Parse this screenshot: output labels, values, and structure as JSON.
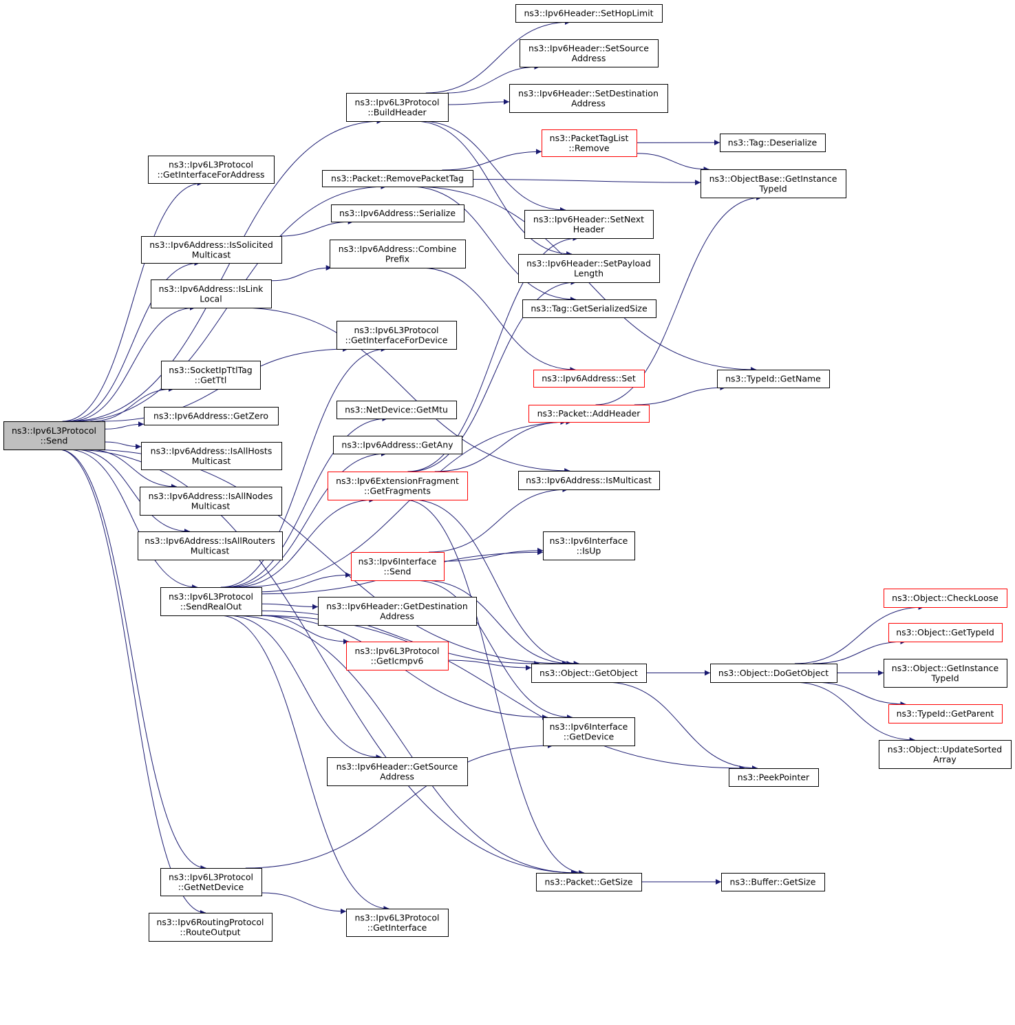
{
  "nodes": {
    "send": {
      "lines": [
        "ns3::Ipv6L3Protocol",
        "::Send"
      ],
      "kind": "root"
    },
    "buildHeader": {
      "lines": [
        "ns3::Ipv6L3Protocol",
        "::BuildHeader"
      ]
    },
    "getIfaceForAddr": {
      "lines": [
        "ns3::Ipv6L3Protocol",
        "::GetInterfaceForAddress"
      ]
    },
    "removePacketTag": {
      "lines": [
        "ns3::Packet::RemovePacketTag"
      ]
    },
    "isSolicited": {
      "lines": [
        "ns3::Ipv6Address::IsSolicited",
        "Multicast"
      ]
    },
    "serialize": {
      "lines": [
        "ns3::Ipv6Address::Serialize"
      ]
    },
    "combinePrefix": {
      "lines": [
        "ns3::Ipv6Address::Combine",
        "Prefix"
      ]
    },
    "isLinkLocal": {
      "lines": [
        "ns3::Ipv6Address::IsLink",
        "Local"
      ]
    },
    "getIfaceForDevice": {
      "lines": [
        "ns3::Ipv6L3Protocol",
        "::GetInterfaceForDevice"
      ]
    },
    "getTtl": {
      "lines": [
        "ns3::SocketIpTtlTag",
        "::GetTtl"
      ]
    },
    "getZero": {
      "lines": [
        "ns3::Ipv6Address::GetZero"
      ]
    },
    "getMtu": {
      "lines": [
        "ns3::NetDevice::GetMtu"
      ]
    },
    "isAllHosts": {
      "lines": [
        "ns3::Ipv6Address::IsAllHosts",
        "Multicast"
      ]
    },
    "getAny": {
      "lines": [
        "ns3::Ipv6Address::GetAny"
      ]
    },
    "getFragments": {
      "lines": [
        "ns3::Ipv6ExtensionFragment",
        "::GetFragments"
      ],
      "kind": "red"
    },
    "isAllNodes": {
      "lines": [
        "ns3::Ipv6Address::IsAllNodes",
        "Multicast"
      ]
    },
    "isAllRouters": {
      "lines": [
        "ns3::Ipv6Address::IsAllRouters",
        "Multicast"
      ]
    },
    "ifaceSend": {
      "lines": [
        "ns3::Ipv6Interface",
        "::Send"
      ],
      "kind": "red"
    },
    "sendRealOut": {
      "lines": [
        "ns3::Ipv6L3Protocol",
        "::SendRealOut"
      ]
    },
    "getDestAddr": {
      "lines": [
        "ns3::Ipv6Header::GetDestination",
        "Address"
      ]
    },
    "getIcmpv6": {
      "lines": [
        "ns3::Ipv6L3Protocol",
        "::GetIcmpv6"
      ],
      "kind": "red"
    },
    "getSourceAddr": {
      "lines": [
        "ns3::Ipv6Header::GetSource",
        "Address"
      ]
    },
    "getNetDevice": {
      "lines": [
        "ns3::Ipv6L3Protocol",
        "::GetNetDevice"
      ]
    },
    "getInterface": {
      "lines": [
        "ns3::Ipv6L3Protocol",
        "::GetInterface"
      ]
    },
    "routeOutput": {
      "lines": [
        "ns3::Ipv6RoutingProtocol",
        "::RouteOutput"
      ]
    },
    "setHopLimit": {
      "lines": [
        "ns3::Ipv6Header::SetHopLimit"
      ]
    },
    "setSourceAddr": {
      "lines": [
        "ns3::Ipv6Header::SetSource",
        "Address"
      ]
    },
    "setDestAddr": {
      "lines": [
        "ns3::Ipv6Header::SetDestination",
        "Address"
      ]
    },
    "ptlRemove": {
      "lines": [
        "ns3::PacketTagList",
        "::Remove"
      ],
      "kind": "red"
    },
    "setNextHeader": {
      "lines": [
        "ns3::Ipv6Header::SetNext",
        "Header"
      ]
    },
    "setPayloadLen": {
      "lines": [
        "ns3::Ipv6Header::SetPayload",
        "Length"
      ]
    },
    "getSerializedSize": {
      "lines": [
        "ns3::Tag::GetSerializedSize"
      ]
    },
    "addrSet": {
      "lines": [
        "ns3::Ipv6Address::Set"
      ],
      "kind": "red"
    },
    "addHeader": {
      "lines": [
        "ns3::Packet::AddHeader"
      ],
      "kind": "red"
    },
    "isMulticast": {
      "lines": [
        "ns3::Ipv6Address::IsMulticast"
      ]
    },
    "isUp": {
      "lines": [
        "ns3::Ipv6Interface",
        "::IsUp"
      ]
    },
    "getObject": {
      "lines": [
        "ns3::Object::GetObject"
      ]
    },
    "ifaceGetDevice": {
      "lines": [
        "ns3::Ipv6Interface",
        "::GetDevice"
      ]
    },
    "getSize": {
      "lines": [
        "ns3::Packet::GetSize"
      ]
    },
    "tagDeserialize": {
      "lines": [
        "ns3::Tag::Deserialize"
      ]
    },
    "getInstanceTypeIdBase": {
      "lines": [
        "ns3::ObjectBase::GetInstance",
        "TypeId"
      ]
    },
    "getName": {
      "lines": [
        "ns3::TypeId::GetName"
      ]
    },
    "doGetObject": {
      "lines": [
        "ns3::Object::DoGetObject"
      ]
    },
    "peekPointer": {
      "lines": [
        "ns3::PeekPointer"
      ]
    },
    "bufferGetSize": {
      "lines": [
        "ns3::Buffer::GetSize"
      ]
    },
    "checkLoose": {
      "lines": [
        "ns3::Object::CheckLoose"
      ],
      "kind": "red"
    },
    "objGetTypeId": {
      "lines": [
        "ns3::Object::GetTypeId"
      ],
      "kind": "red"
    },
    "objGetInstanceTypeId": {
      "lines": [
        "ns3::Object::GetInstance",
        "TypeId"
      ]
    },
    "getParent": {
      "lines": [
        "ns3::TypeId::GetParent"
      ],
      "kind": "red"
    },
    "updateSorted": {
      "lines": [
        "ns3::Object::UpdateSorted",
        "Array"
      ]
    }
  },
  "edges": [
    [
      "send",
      "buildHeader"
    ],
    [
      "send",
      "getIfaceForAddr"
    ],
    [
      "send",
      "removePacketTag"
    ],
    [
      "send",
      "isSolicited"
    ],
    [
      "send",
      "isLinkLocal"
    ],
    [
      "send",
      "getIfaceForDevice"
    ],
    [
      "send",
      "getTtl"
    ],
    [
      "send",
      "getZero"
    ],
    [
      "send",
      "isAllHosts"
    ],
    [
      "send",
      "isAllNodes"
    ],
    [
      "send",
      "isAllRouters"
    ],
    [
      "send",
      "sendRealOut"
    ],
    [
      "send",
      "getObject"
    ],
    [
      "send",
      "getNetDevice"
    ],
    [
      "send",
      "routeOutput"
    ],
    [
      "send",
      "getSize"
    ],
    [
      "buildHeader",
      "setHopLimit"
    ],
    [
      "buildHeader",
      "setSourceAddr"
    ],
    [
      "buildHeader",
      "setDestAddr"
    ],
    [
      "buildHeader",
      "setNextHeader"
    ],
    [
      "buildHeader",
      "setPayloadLen"
    ],
    [
      "removePacketTag",
      "ptlRemove"
    ],
    [
      "removePacketTag",
      "getInstanceTypeIdBase"
    ],
    [
      "removePacketTag",
      "getSerializedSize"
    ],
    [
      "removePacketTag",
      "getName"
    ],
    [
      "ptlRemove",
      "tagDeserialize"
    ],
    [
      "ptlRemove",
      "getInstanceTypeIdBase"
    ],
    [
      "isSolicited",
      "serialize"
    ],
    [
      "isLinkLocal",
      "combinePrefix"
    ],
    [
      "isLinkLocal",
      "isMulticast"
    ],
    [
      "combinePrefix",
      "addrSet"
    ],
    [
      "sendRealOut",
      "getIfaceForDevice"
    ],
    [
      "sendRealOut",
      "addHeader"
    ],
    [
      "sendRealOut",
      "getMtu"
    ],
    [
      "sendRealOut",
      "getAny"
    ],
    [
      "sendRealOut",
      "getFragments"
    ],
    [
      "sendRealOut",
      "isUp"
    ],
    [
      "sendRealOut",
      "ifaceSend"
    ],
    [
      "sendRealOut",
      "getDestAddr"
    ],
    [
      "sendRealOut",
      "getIcmpv6"
    ],
    [
      "sendRealOut",
      "getObject"
    ],
    [
      "sendRealOut",
      "ifaceGetDevice"
    ],
    [
      "sendRealOut",
      "getSourceAddr"
    ],
    [
      "sendRealOut",
      "getInterface"
    ],
    [
      "sendRealOut",
      "peekPointer"
    ],
    [
      "sendRealOut",
      "getSize"
    ],
    [
      "getFragments",
      "addHeader"
    ],
    [
      "getFragments",
      "setNextHeader"
    ],
    [
      "getFragments",
      "setPayloadLen"
    ],
    [
      "getFragments",
      "getObject"
    ],
    [
      "getFragments",
      "getSize"
    ],
    [
      "addHeader",
      "getName"
    ],
    [
      "addHeader",
      "getInstanceTypeIdBase"
    ],
    [
      "ifaceSend",
      "isMulticast"
    ],
    [
      "ifaceSend",
      "isUp"
    ],
    [
      "ifaceSend",
      "getObject"
    ],
    [
      "ifaceSend",
      "ifaceGetDevice"
    ],
    [
      "getIcmpv6",
      "getObject"
    ],
    [
      "getNetDevice",
      "getInterface"
    ],
    [
      "getNetDevice",
      "ifaceGetDevice"
    ],
    [
      "getObject",
      "doGetObject"
    ],
    [
      "getObject",
      "peekPointer"
    ],
    [
      "doGetObject",
      "checkLoose"
    ],
    [
      "doGetObject",
      "objGetTypeId"
    ],
    [
      "doGetObject",
      "objGetInstanceTypeId"
    ],
    [
      "doGetObject",
      "getParent"
    ],
    [
      "doGetObject",
      "updateSorted"
    ],
    [
      "getSize",
      "bufferGetSize"
    ]
  ]
}
